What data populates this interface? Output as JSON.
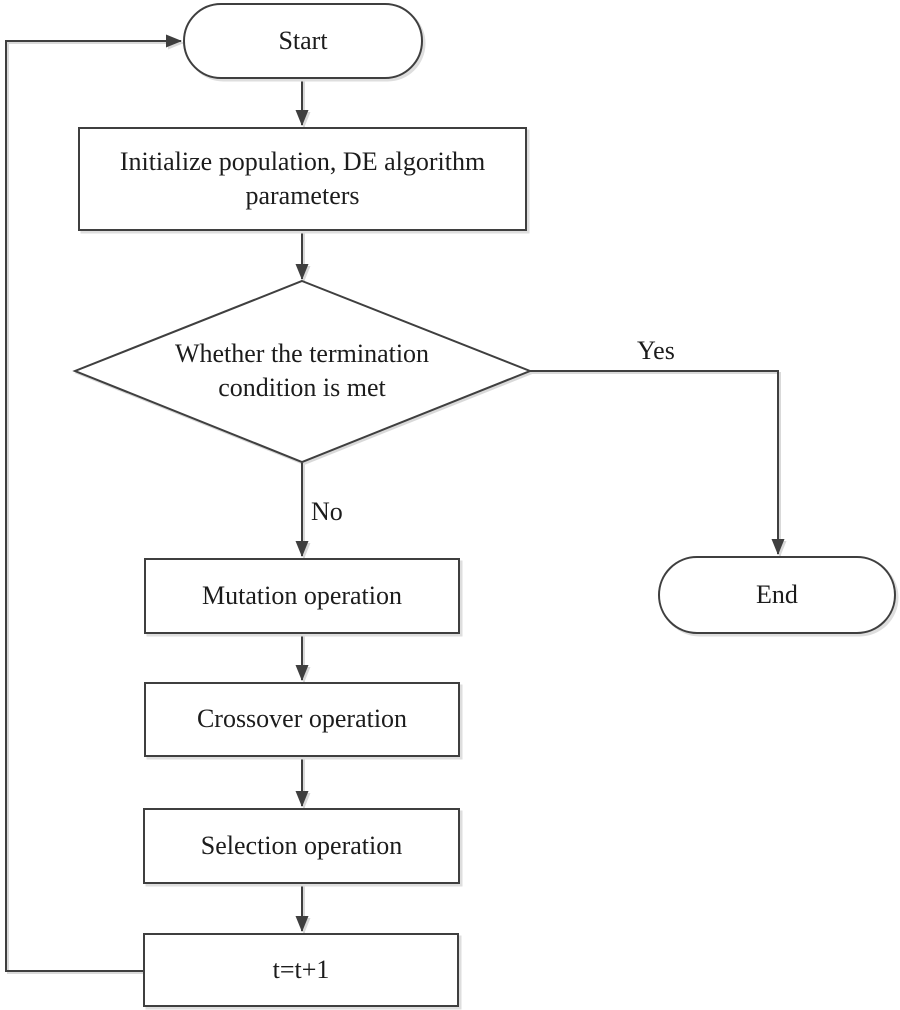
{
  "flowchart": {
    "description": "DE algorithm flowchart",
    "nodes": {
      "start": {
        "type": "terminator",
        "label": "Start"
      },
      "initialize": {
        "type": "process",
        "label": "Initialize population, DE algorithm parameters"
      },
      "termination_check": {
        "type": "decision",
        "label": "Whether the termination condition is met"
      },
      "end": {
        "type": "terminator",
        "label": "End"
      },
      "mutation": {
        "type": "process",
        "label": "Mutation operation"
      },
      "crossover": {
        "type": "process",
        "label": "Crossover operation"
      },
      "selection": {
        "type": "process",
        "label": "Selection operation"
      },
      "increment": {
        "type": "process",
        "label": "t=t+1"
      }
    },
    "edges": [
      {
        "from": "start",
        "to": "initialize",
        "label": ""
      },
      {
        "from": "initialize",
        "to": "termination_check",
        "label": ""
      },
      {
        "from": "termination_check",
        "to": "end",
        "label": "Yes"
      },
      {
        "from": "termination_check",
        "to": "mutation",
        "label": "No"
      },
      {
        "from": "mutation",
        "to": "crossover",
        "label": ""
      },
      {
        "from": "crossover",
        "to": "selection",
        "label": ""
      },
      {
        "from": "selection",
        "to": "increment",
        "label": ""
      },
      {
        "from": "increment",
        "to": "start",
        "label": ""
      }
    ],
    "colors": {
      "stroke": "#3f3f3f",
      "fill": "#ffffff",
      "text": "#1c1c1c",
      "shadow": "#d9d9d9"
    }
  }
}
